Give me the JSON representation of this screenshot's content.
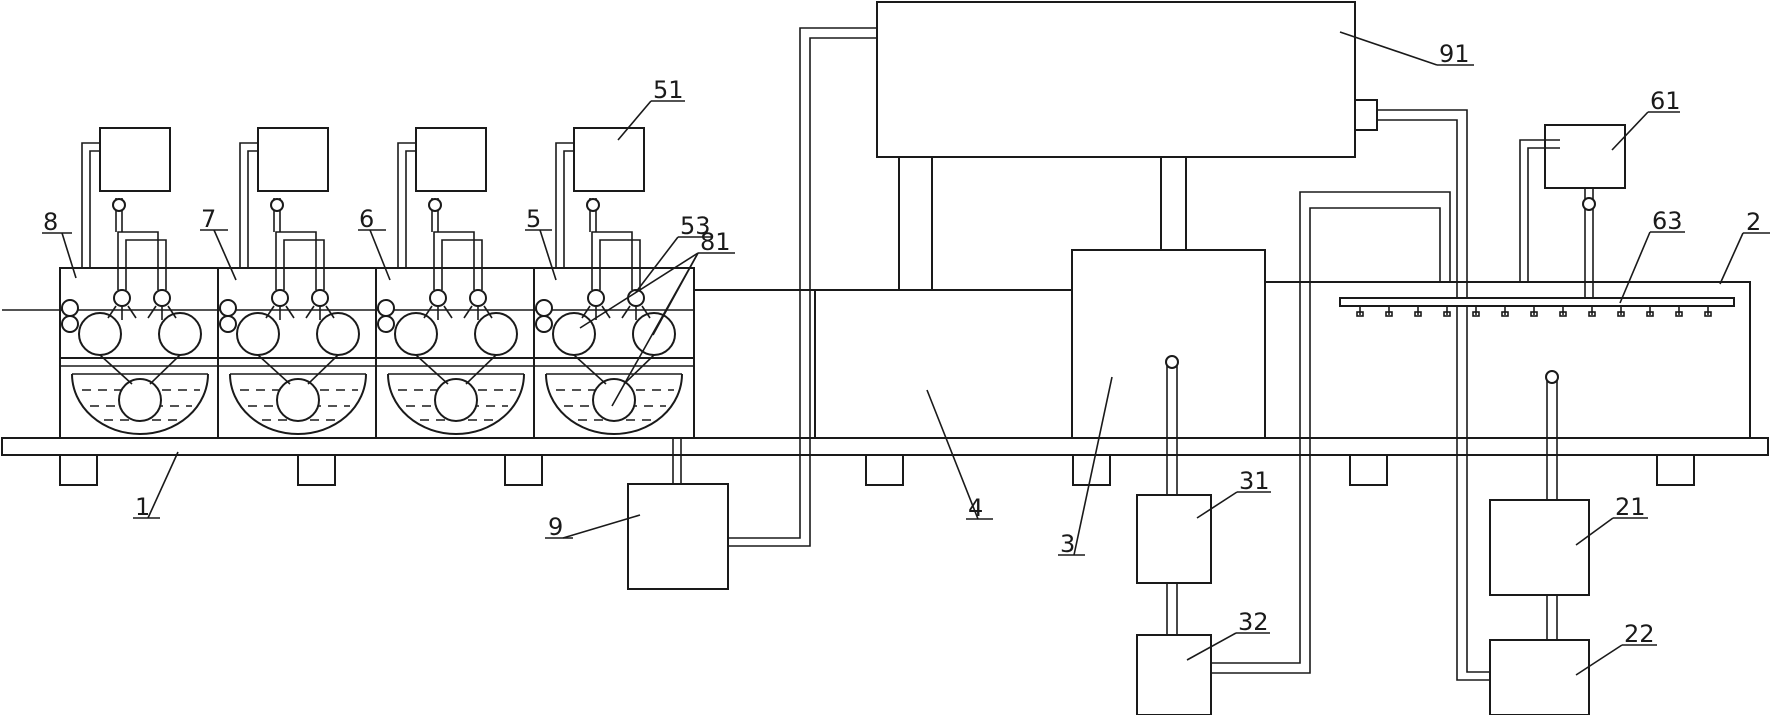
{
  "labels": {
    "l1": "1",
    "l2": "2",
    "l3": "3",
    "l4": "4",
    "l5": "5",
    "l6": "6",
    "l7": "7",
    "l8": "8",
    "l9": "9",
    "l21": "21",
    "l22": "22",
    "l31": "31",
    "l32": "32",
    "l51": "51",
    "l53": "53",
    "l61": "61",
    "l63": "63",
    "l81": "81",
    "l91": "91"
  }
}
